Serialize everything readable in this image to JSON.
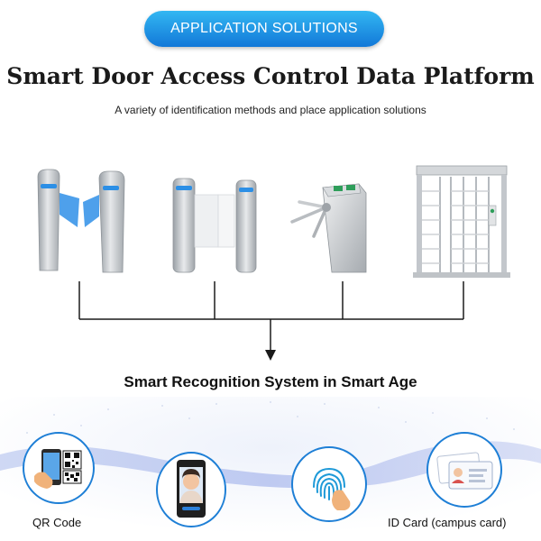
{
  "header": {
    "badge": "APPLICATION SOLUTIONS",
    "title": "Smart Door Access Control Data Platform",
    "subtitle": "A variety of identification methods and place application solutions"
  },
  "turnstiles": [
    {
      "icon": "flap-barrier-icon"
    },
    {
      "icon": "swing-barrier-icon"
    },
    {
      "icon": "tripod-turnstile-icon"
    },
    {
      "icon": "full-height-turnstile-icon"
    }
  ],
  "system_title": "Smart Recognition System in Smart Age",
  "methods": [
    {
      "icon": "qr-code-phone-icon",
      "label": "QR Code"
    },
    {
      "icon": "face-recognition-icon",
      "label": ""
    },
    {
      "icon": "fingerprint-icon",
      "label": ""
    },
    {
      "icon": "id-card-icon",
      "label": "ID Card (campus card)"
    }
  ],
  "colors": {
    "accent": "#1a86e0",
    "accent_light": "#33b7f2",
    "steel": "#c3c7cc",
    "line": "#1a1a1a",
    "ring": "#1e7fd6"
  }
}
